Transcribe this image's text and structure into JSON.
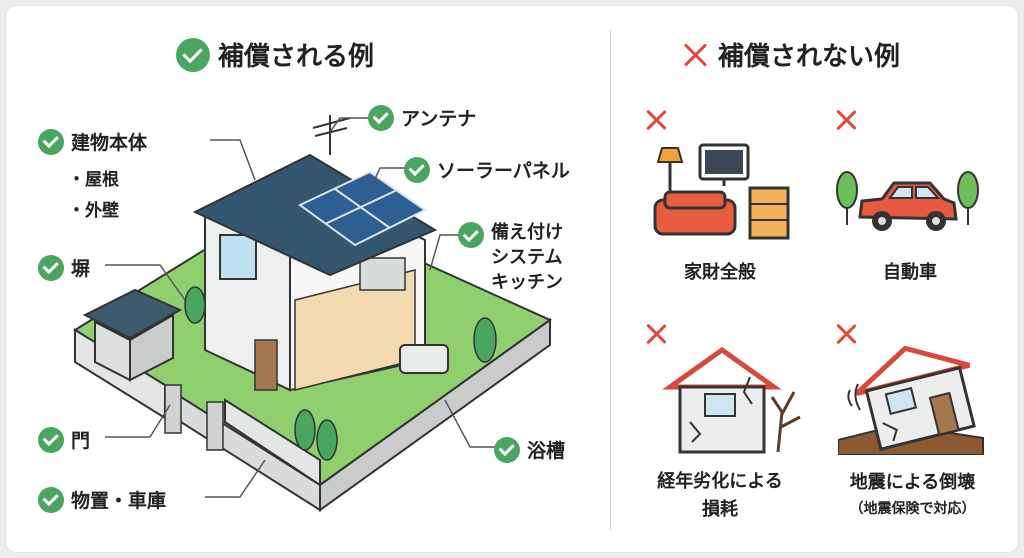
{
  "covered": {
    "title": "補償される例",
    "labels": {
      "building": "建物本体",
      "roof": "・屋根",
      "wall": "・外壁",
      "fence": "塀",
      "gate": "門",
      "shed": "物置・車庫",
      "antenna": "アンテナ",
      "solar": "ソーラーパネル",
      "kitchen": [
        "備え付け",
        "システム",
        "キッチン"
      ],
      "bath": "浴槽"
    }
  },
  "not_covered": {
    "title": "補償されない例",
    "items": {
      "household": "家財全般",
      "car": "自動車",
      "aging": [
        "経年劣化による",
        "損耗"
      ],
      "quake": "地震による倒壊",
      "quake_note": "（地震保険で対応）"
    }
  },
  "colors": {
    "check": "#4aa561",
    "cross": "#e0483a",
    "roof": "#34566e",
    "grass": "#8fcf6e"
  }
}
